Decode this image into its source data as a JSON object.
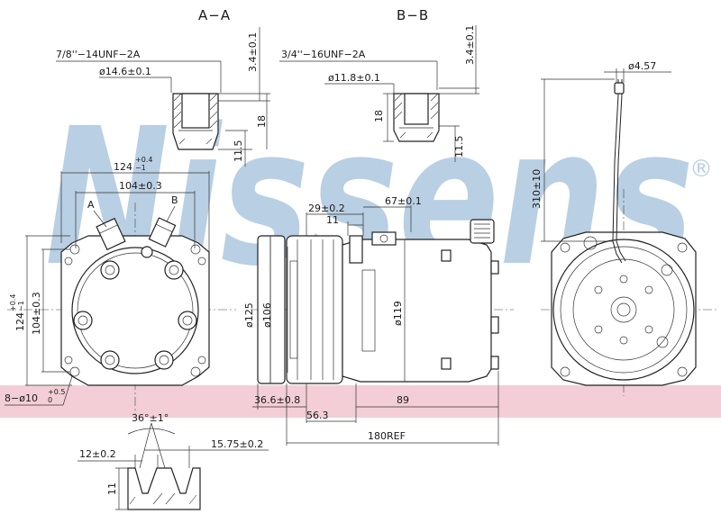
{
  "watermark": {
    "text": "Nissens",
    "registered": "®",
    "color": "#b9cfe3"
  },
  "band_color": "#f2c6cf",
  "section_aa": {
    "title": "A−A",
    "thread": "7/8''−14UNF−2A",
    "diameter": "ø14.6±0.1",
    "top_depth": "3.4±0.1",
    "height": "18",
    "lower": "11.5"
  },
  "section_bb": {
    "title": "B−B",
    "thread": "3/4''−16UNF−2A",
    "diameter": "ø11.8±0.1",
    "top_depth": "3.4±0.1",
    "height": "18",
    "lower": "11.5"
  },
  "front_view": {
    "port_a": "A",
    "port_b": "B",
    "width_outer": "124",
    "width_outer_tol_plus": "+0.4",
    "width_outer_tol_minus": "−1",
    "width_inner": "104±0.3",
    "height_outer": "124",
    "height_outer_tol_plus": "+0.4",
    "height_outer_tol_minus": "−1",
    "height_inner": "104±0.3",
    "holes": "8−ø10",
    "holes_tol_plus": "+0.5",
    "holes_tol_minus": "0"
  },
  "side_view": {
    "dim_29": "29±0.2",
    "dim_11": "11",
    "dim_67": "67±0.1",
    "dia_125": "ø125",
    "dia_106": "ø106",
    "dia_119": "ø119",
    "dim_366": "36.6±0.8",
    "dim_563": "56.3",
    "dim_89": "89",
    "dim_180": "180REF"
  },
  "rear_view": {
    "wire_dia": "ø4.57",
    "wire_len": "310±10"
  },
  "pulley_groove": {
    "angle": "36°±1°",
    "width": "12±0.2",
    "pitch": "15.75±0.2",
    "height": "11"
  }
}
